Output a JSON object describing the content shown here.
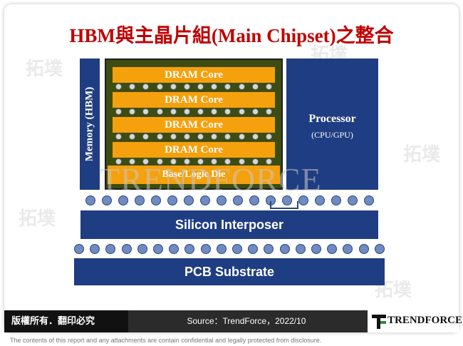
{
  "title": "HBM與主晶片組(Main Chipset)之整合",
  "watermark": "TRENDFORCE",
  "diagram": {
    "memory_label": "Memory (HBM)",
    "dram_layers": [
      "DRAM Core",
      "DRAM Core",
      "DRAM Core",
      "DRAM Core"
    ],
    "base_label": "Base/Logic Die",
    "processor_label": "Processor",
    "processor_sub": "(CPU/GPU)",
    "interposer_label": "Silicon Interposer",
    "pcb_label": "PCB Substrate"
  },
  "footer": {
    "copyright": "版權所有．翻印必究",
    "source": "Source：TrendForce，2022/10",
    "logo_text": "TRENDFORCE",
    "disclaimer": "The contents of this report and any attachments are contain confidential and legally protected from disclosure."
  },
  "colors": {
    "navy": "#1f3d82",
    "orange": "#f5a00d",
    "olive": "#3c4c12",
    "title_red": "#c00000"
  }
}
